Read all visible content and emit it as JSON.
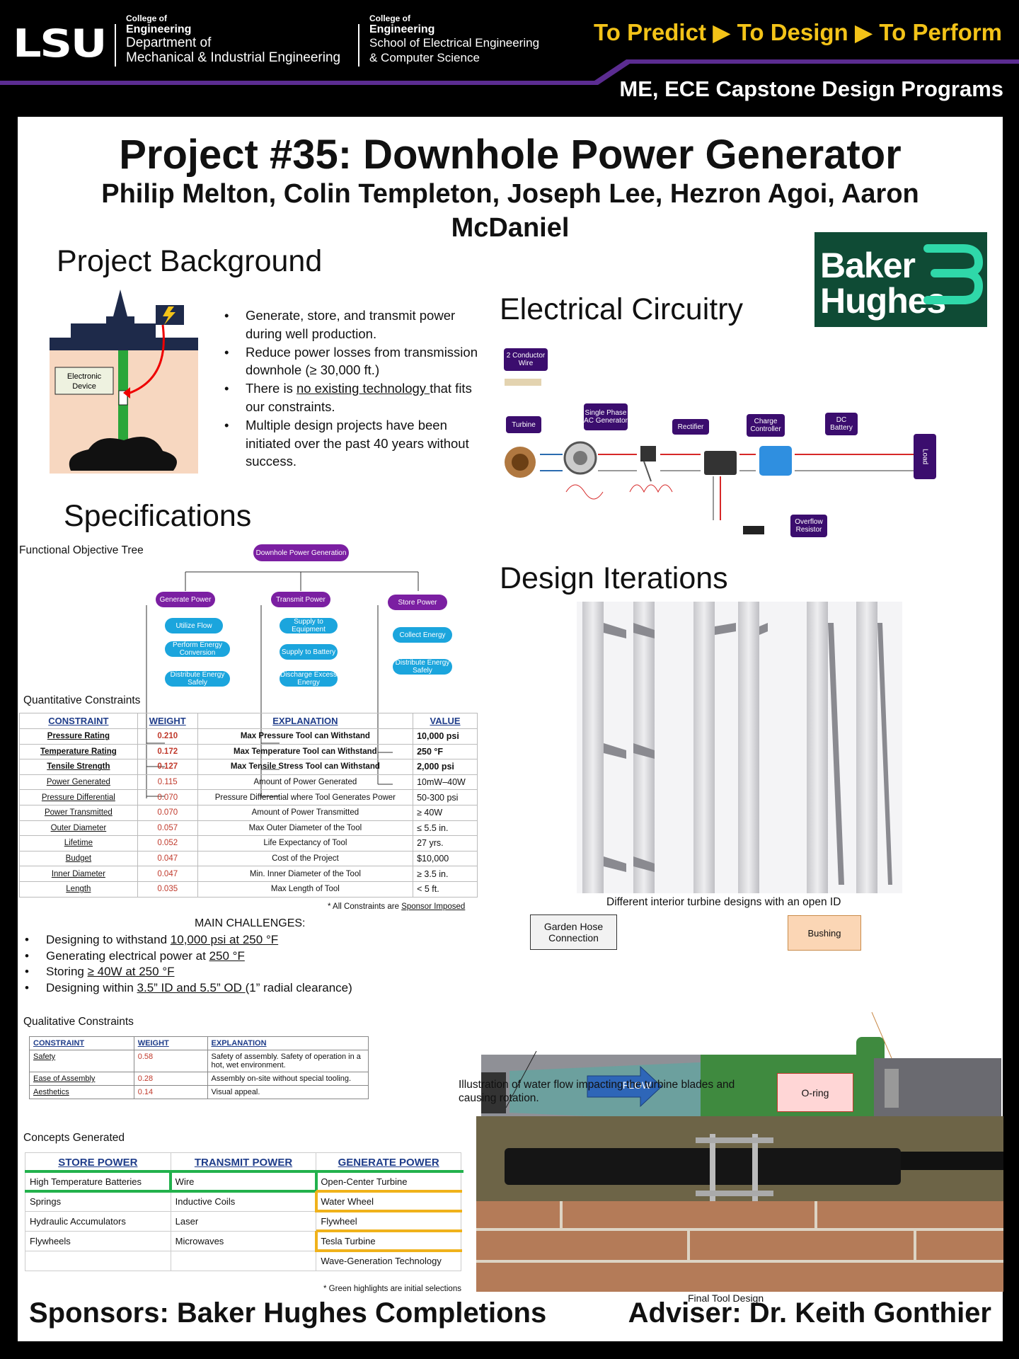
{
  "header": {
    "logo": "LSU",
    "dept1": {
      "college": "College of",
      "eng": "Engineering",
      "line1": "Department of",
      "line2": "Mechanical & Industrial Engineering"
    },
    "dept2": {
      "college": "College of",
      "eng": "Engineering",
      "line1": "School of Electrical Engineering",
      "line2": "& Computer Science"
    },
    "tagline": "To Predict ▶ To Design ▶ To Perform",
    "program": "ME, ECE Capstone Design Programs"
  },
  "title": "Project #35: Downhole Power Generator",
  "authors": "Philip Melton, Colin Templeton, Joseph Lee, Hezron Agoi, Aaron McDaniel",
  "sponsor_logo": {
    "line1": "Baker",
    "line2": "Hughes"
  },
  "background": {
    "heading": "Project Background",
    "device_label": "Electronic Device",
    "bullets": [
      "Generate, store, and transmit power during well production.",
      "Reduce power losses from transmission downhole (≥ 30,000 ft.)",
      "There is no existing technology that fits our constraints.",
      "Multiple design projects have been initiated over the past 40 years without success."
    ],
    "underline_phrase": "no existing technology "
  },
  "specifications": {
    "heading": "Specifications",
    "tree_label": "Functional Objective Tree",
    "tree": {
      "root": "Downhole Power Generation",
      "branches": [
        {
          "name": "Generate Power",
          "leaves": [
            "Utilize Flow",
            "Perform Energy Conversion",
            "Distribute Energy Safely"
          ]
        },
        {
          "name": "Transmit Power",
          "leaves": [
            "Supply to Equipment",
            "Supply to Battery",
            "Discharge Excess Energy"
          ]
        },
        {
          "name": "Store Power",
          "leaves": [
            "Collect Energy",
            "Distribute Energy Safely"
          ]
        }
      ]
    }
  },
  "quantitative": {
    "label": "Quantitative Constraints",
    "headers": [
      "CONSTRAINT",
      "WEIGHT",
      "EXPLANATION",
      "VALUE"
    ],
    "rows": [
      [
        "Pressure Rating",
        "0.210",
        "Max Pressure Tool can Withstand",
        "10,000 psi"
      ],
      [
        "Temperature Rating",
        "0.172",
        "Max Temperature Tool can Withstand",
        "250 °F"
      ],
      [
        "Tensile Strength",
        "0.127",
        "Max Tensile Stress Tool can Withstand",
        "2,000 psi"
      ],
      [
        "Power Generated",
        "0.115",
        "Amount of Power Generated",
        "10mW–40W"
      ],
      [
        "Pressure Differential",
        "0.070",
        "Pressure Differential where Tool Generates Power",
        "50-300 psi"
      ],
      [
        "Power Transmitted",
        "0.070",
        "Amount of Power Transmitted",
        "≥ 40W"
      ],
      [
        "Outer Diameter",
        "0.057",
        "Max Outer Diameter of the Tool",
        "≤ 5.5 in."
      ],
      [
        "Lifetime",
        "0.052",
        "Life Expectancy of Tool",
        "27 yrs."
      ],
      [
        "Budget",
        "0.047",
        "Cost of the Project",
        "$10,000"
      ],
      [
        "Inner Diameter",
        "0.047",
        "Min. Inner Diameter of the Tool",
        "≥ 3.5 in."
      ],
      [
        "Length",
        "0.035",
        "Max Length of Tool",
        "< 5 ft."
      ]
    ],
    "footnote_prefix": "* All Constraints are ",
    "footnote_link": "Sponsor Imposed"
  },
  "challenges": {
    "heading": "MAIN CHALLENGES:",
    "items": [
      {
        "pre": "Designing to withstand ",
        "u": "10,000 psi at 250 °F",
        "post": ""
      },
      {
        "pre": "Generating electrical power at ",
        "u": "250 °F",
        "post": ""
      },
      {
        "pre": "Storing ",
        "u": "≥ 40W at 250 °F",
        "post": ""
      },
      {
        "pre": "Designing within ",
        "u": "3.5” ID and 5.5” OD ",
        "post": "(1” radial clearance)"
      }
    ]
  },
  "qualitative": {
    "label": "Qualitative Constraints",
    "headers": [
      "CONSTRAINT",
      "WEIGHT",
      "EXPLANATION"
    ],
    "rows": [
      [
        "Safety",
        "0.58",
        "Safety of assembly. Safety of operation in a hot, wet environment."
      ],
      [
        "Ease of Assembly",
        "0.28",
        "Assembly on-site without special tooling."
      ],
      [
        "Aesthetics",
        "0.14",
        "Visual appeal."
      ]
    ]
  },
  "concepts": {
    "label": "Concepts Generated",
    "headers": [
      "STORE POWER",
      "TRANSMIT POWER",
      "GENERATE POWER"
    ],
    "rows": [
      [
        "High Temperature Batteries",
        "Wire",
        "Open-Center Turbine"
      ],
      [
        "Springs",
        "Inductive Coils",
        "Water Wheel"
      ],
      [
        "Hydraulic Accumulators",
        "Laser",
        "Flywheel"
      ],
      [
        "Flywheels",
        "Microwaves",
        "Tesla Turbine"
      ],
      [
        "",
        "",
        "Wave-Generation Technology"
      ]
    ],
    "footnote": "* Green highlights are initial selections"
  },
  "circuitry": {
    "heading": "Electrical Circuitry",
    "labels": [
      "2 Conductor Wire",
      "Turbine",
      "Single Phase AC Generator",
      "Rectifier",
      "Charge Controller",
      "DC Battery",
      "Load",
      "Overflow Resistor"
    ]
  },
  "iterations": {
    "heading": "Design Iterations",
    "caption1": "Different interior turbine designs with an open ID",
    "callouts": {
      "hose": "Garden Hose Connection",
      "bushing": "Bushing",
      "flow": "FLOW",
      "oring": "O-ring"
    },
    "caption2": "Illustration of water flow impacting the turbine blades and causing rotation.",
    "caption3": "Final Tool Design"
  },
  "footer": {
    "sponsors": "Sponsors: Baker Hughes Completions",
    "adviser": "Adviser: Dr. Keith Gonthier"
  },
  "colors": {
    "purple": "#5b2c91",
    "gold": "#f3c318",
    "bh_green": "#0f4b35",
    "accent_teal": "#2fd8a9",
    "link_blue": "#1f3d8a",
    "weight_red": "#c0392b"
  }
}
